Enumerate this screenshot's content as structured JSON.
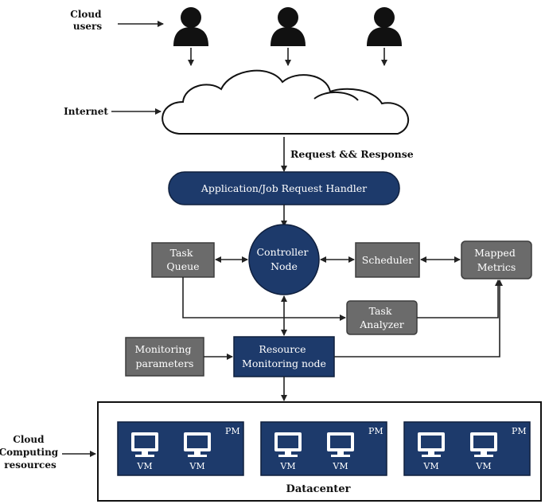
{
  "labels": {
    "cloud_users": [
      "Cloud",
      "users"
    ],
    "internet": "Internet",
    "request_response": "Request && Response",
    "app_handler": "Application/Job Request Handler",
    "task_queue": [
      "Task",
      "Queue"
    ],
    "controller": [
      "Controller",
      "Node"
    ],
    "scheduler": "Scheduler",
    "mapped_metrics": [
      "Mapped",
      "Metrics"
    ],
    "task_analyzer": [
      "Task",
      "Analyzer"
    ],
    "monitoring_params": [
      "Monitoring",
      "parameters"
    ],
    "resource_node": [
      "Resource",
      "Monitoring node"
    ],
    "cloud_resources": [
      "Cloud",
      "Computing",
      "resources"
    ],
    "datacenter": "Datacenter"
  },
  "pm_groups": [
    {
      "pm": "PM",
      "vms": [
        "VM",
        "VM"
      ]
    },
    {
      "pm": "PM",
      "vms": [
        "VM",
        "VM"
      ]
    },
    {
      "pm": "PM",
      "vms": [
        "VM",
        "VM"
      ]
    }
  ],
  "colors": {
    "navy": "#1d3a6b",
    "gray": "#6b6b6b"
  }
}
